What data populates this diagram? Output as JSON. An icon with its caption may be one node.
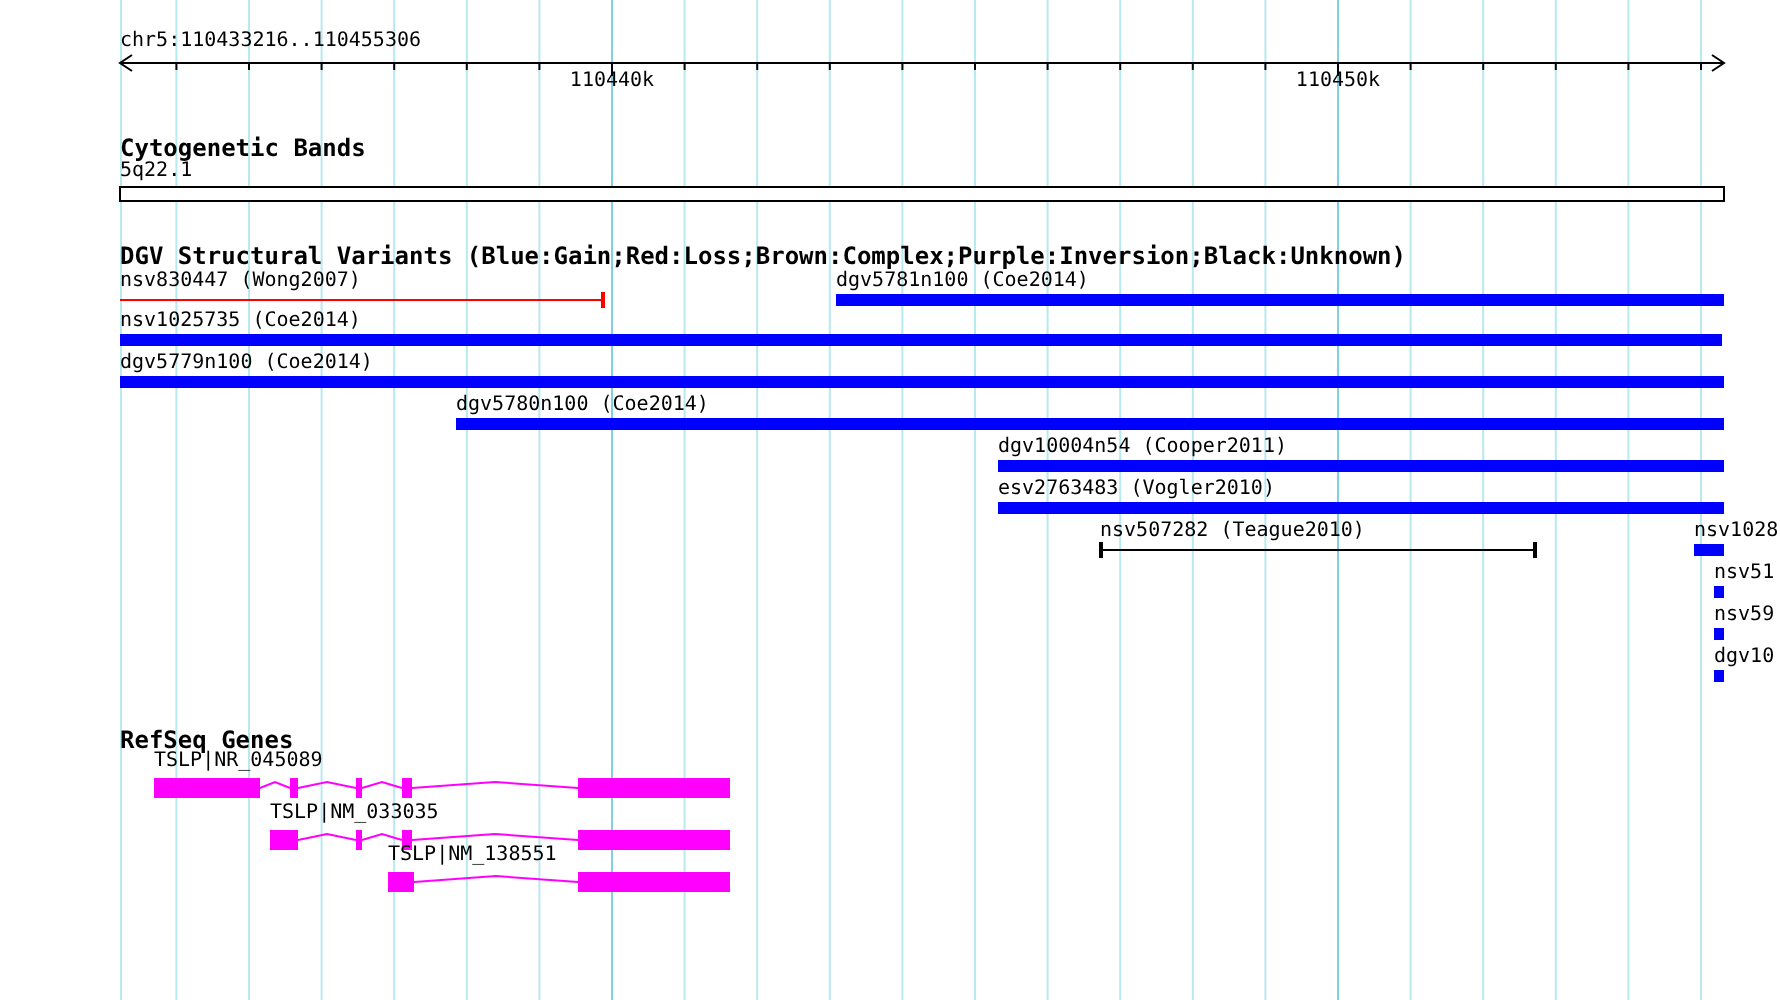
{
  "diagram": {
    "nodes": [
      {
        "text": [
          "Cytogenetic Bands"
        ]
      },
      {
        "text": [
          "5q22.1"
        ],
        "in": 0
      },
      {
        "text": [
          "DGV Structural Variants (Blue:Gain;Red:Loss;Brown:Complex;Purple:Inversion;Black:Unknown)"
        ]
      },
      {
        "text": [
          "nsv830447 (Wong2007)"
        ],
        "in": 2
      },
      {
        "text": [
          "dgv5781n100 (Coe2014)"
        ],
        "in": 2
      },
      {
        "text": [
          "nsv1025735 (Coe2014)"
        ],
        "in": 2
      },
      {
        "text": [
          "dgv5779n100 (Coe2014)"
        ],
        "in": 2
      },
      {
        "text": [
          "dgv5780n100 (Coe2014)"
        ],
        "in": 2
      },
      {
        "text": [
          "dgv10004n54 (Cooper2011)"
        ],
        "in": 2
      },
      {
        "text": [
          "esv2763483 (Vogler2010)"
        ],
        "in": 2
      },
      {
        "text": [
          "nsv507282 (Teague2010)"
        ],
        "in": 2
      },
      {
        "text": [
          "nsv1028"
        ],
        "in": 2
      },
      {
        "text": [
          "nsv51"
        ],
        "in": 2
      },
      {
        "text": [
          "nsv59"
        ],
        "in": 2
      },
      {
        "text": [
          "dgv10"
        ],
        "in": 2
      },
      {
        "text": [
          "RefSeq Genes"
        ]
      },
      {
        "text": [
          "TSLP|NR_045089"
        ],
        "in": 15
      },
      {
        "text": [
          "TSLP|NM_033035"
        ],
        "in": 15
      },
      {
        "text": [
          "TSLP|NM_138551"
        ],
        "in": 15
      }
    ],
    "labels": [
      "chr5:110433216..110455306",
      "110440k",
      "110450k"
    ]
  }
}
